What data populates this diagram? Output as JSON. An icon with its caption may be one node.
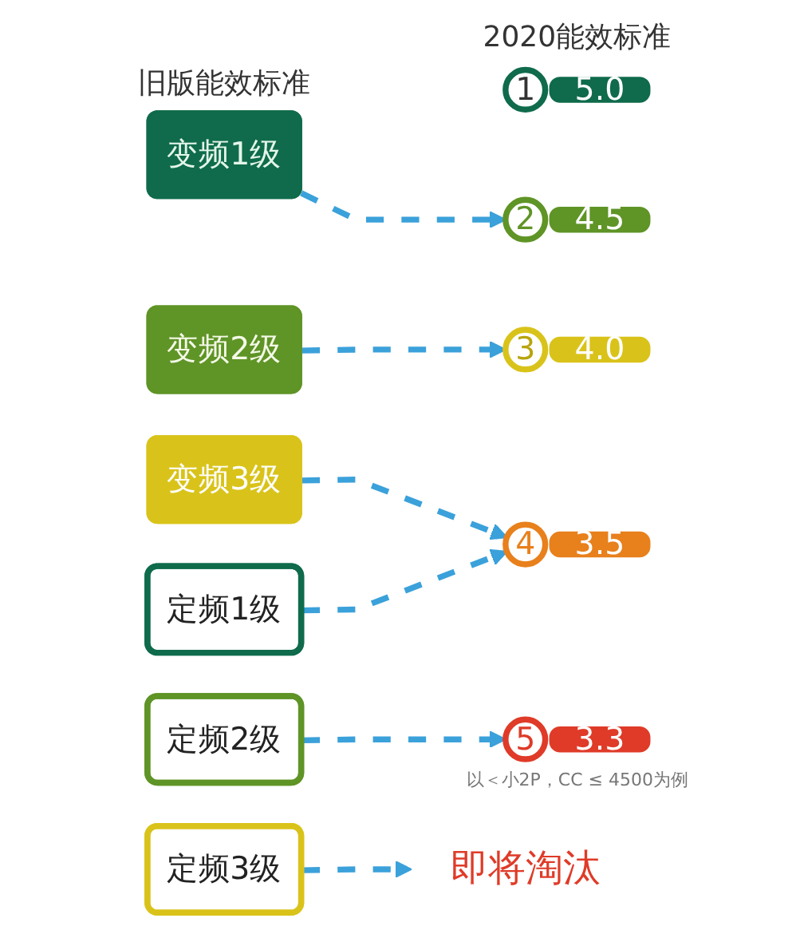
{
  "diagram": {
    "nodes": [
      {
        "text": [
          "1"
        ]
      },
      {
        "text": [
          "5.0"
        ]
      },
      {
        "text": [
          "变频1级"
        ]
      },
      {
        "text": [
          "2"
        ]
      },
      {
        "text": [
          "4.5"
        ]
      },
      {
        "text": [
          "变频2级"
        ]
      },
      {
        "text": [
          "3"
        ]
      },
      {
        "text": [
          "4.0"
        ]
      },
      {
        "text": [
          "变频3级"
        ]
      },
      {
        "text": [
          "4"
        ]
      },
      {
        "text": [
          "3.5"
        ]
      },
      {
        "text": [
          "定频1级"
        ]
      },
      {
        "text": [
          "5"
        ]
      },
      {
        "text": [
          "3.3"
        ]
      },
      {
        "text": [
          "定频2级"
        ]
      },
      {
        "text": [
          "定频3级"
        ]
      },
      {
        "text": [
          "即将淘汰"
        ]
      }
    ],
    "edges": [
      {
        "from": 2,
        "to": 3,
        "arrow": "to",
        "style": "dashed"
      },
      {
        "from": 5,
        "to": 6,
        "arrow": "to",
        "style": "dashed"
      },
      {
        "from": 8,
        "to": 9,
        "arrow": "to",
        "style": "dashed"
      },
      {
        "from": 11,
        "to": 9,
        "arrow": "to",
        "style": "dashed"
      },
      {
        "from": 14,
        "to": 12,
        "arrow": "to",
        "style": "dashed"
      },
      {
        "from": 15,
        "to": 16,
        "arrow": "to",
        "style": "dashed"
      }
    ],
    "labels": [
      "2020能效标准",
      "旧版能效标准",
      "以＜小2P，CC ≤ 4500为例"
    ]
  }
}
